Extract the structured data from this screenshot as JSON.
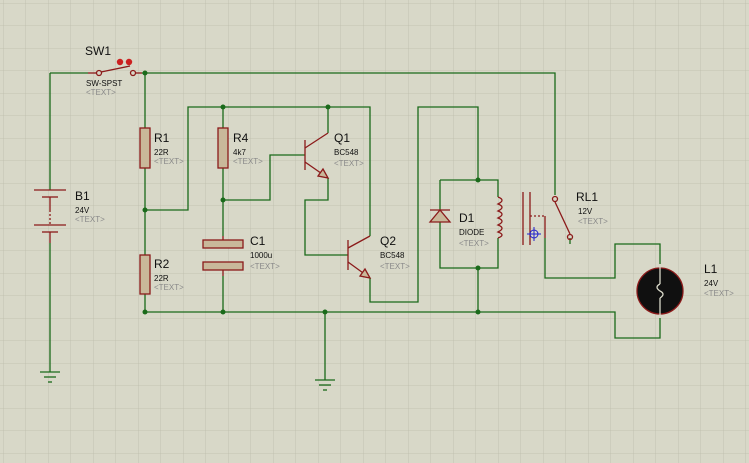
{
  "components": {
    "sw1": {
      "ref": "SW1",
      "value": "SW-SPST",
      "text": "<TEXT>"
    },
    "b1": {
      "ref": "B1",
      "value": "24V",
      "text": "<TEXT>"
    },
    "r1": {
      "ref": "R1",
      "value": "22R",
      "text": "<TEXT>"
    },
    "r2": {
      "ref": "R2",
      "value": "22R",
      "text": "<TEXT>"
    },
    "r4": {
      "ref": "R4",
      "value": "4k7",
      "text": "<TEXT>"
    },
    "c1": {
      "ref": "C1",
      "value": "1000u",
      "text": "<TEXT>"
    },
    "q1": {
      "ref": "Q1",
      "value": "BC548",
      "text": "<TEXT>"
    },
    "q2": {
      "ref": "Q2",
      "value": "BC548",
      "text": "<TEXT>"
    },
    "d1": {
      "ref": "D1",
      "value": "DIODE",
      "text": "<TEXT>"
    },
    "rl1": {
      "ref": "RL1",
      "value": "12V",
      "text": "<TEXT>"
    },
    "l1": {
      "ref": "L1",
      "value": "24V",
      "text": "<TEXT>"
    }
  },
  "colors": {
    "background": "#d8d8c8",
    "grid": "#c0c0b0",
    "wire": "#1a6a1a",
    "component": "#8b1a1a",
    "component_fill": "#c9b89a",
    "probe": "#cc2020"
  }
}
